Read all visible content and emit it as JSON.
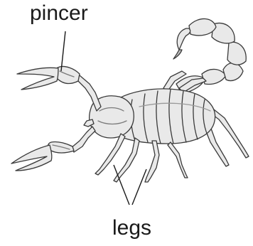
{
  "diagram": {
    "labels": {
      "pincer": "pincer",
      "legs": "legs"
    },
    "subject": "scorpion-drawing",
    "colors": {
      "fill": "#e9e9e9",
      "stroke": "#3a3a3a",
      "shade": "#bdbdbd",
      "text": "#1a1a1a"
    }
  }
}
